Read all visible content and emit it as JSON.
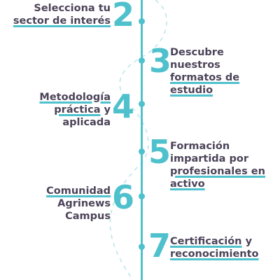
{
  "colors": {
    "accent": "#4fc1cd",
    "text": "#4c4459"
  },
  "steps": [
    {
      "number": "2",
      "lines": [
        [
          {
            "t": "Selecciona tu",
            "u": false
          }
        ],
        [
          {
            "t": "sector de interés",
            "u": true
          }
        ]
      ]
    },
    {
      "number": "3",
      "lines": [
        [
          {
            "t": "Descubre",
            "u": false
          }
        ],
        [
          {
            "t": "nuestros",
            "u": false
          }
        ],
        [
          {
            "t": "formatos de",
            "u": true
          }
        ],
        [
          {
            "t": "estudio",
            "u": true
          }
        ]
      ]
    },
    {
      "number": "4",
      "lines": [
        [
          {
            "t": "Metodología",
            "u": true
          }
        ],
        [
          {
            "t": "práctica",
            "u": true
          },
          {
            "t": " y",
            "u": false
          }
        ],
        [
          {
            "t": "aplicada",
            "u": false
          }
        ]
      ]
    },
    {
      "number": "5",
      "lines": [
        [
          {
            "t": "Formación",
            "u": false
          }
        ],
        [
          {
            "t": "impartida por",
            "u": false
          }
        ],
        [
          {
            "t": "profesionales en",
            "u": true
          }
        ],
        [
          {
            "t": "activo",
            "u": true
          }
        ]
      ]
    },
    {
      "number": "6",
      "lines": [
        [
          {
            "t": "Comunidad",
            "u": true
          }
        ],
        [
          {
            "t": "Agrinews",
            "u": false
          }
        ],
        [
          {
            "t": "Campus",
            "u": false
          }
        ]
      ]
    },
    {
      "number": "7",
      "lines": [
        [
          {
            "t": "Certificación",
            "u": true
          },
          {
            "t": " y",
            "u": false
          }
        ],
        [
          {
            "t": "reconocimiento",
            "u": true
          }
        ]
      ]
    }
  ]
}
